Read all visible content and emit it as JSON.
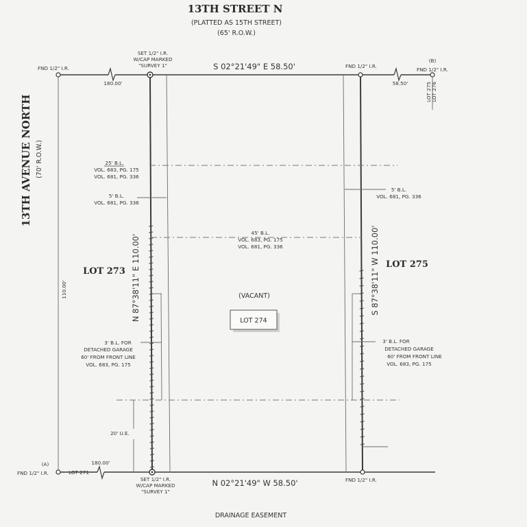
{
  "street": {
    "name": "13TH STREET N",
    "platted": "(PLATTED AS 15TH STREET)",
    "row": "(65' R.O.W.)"
  },
  "avenue": {
    "name": "13TH AVENUE NORTH",
    "row": "(70' R.O.W.)"
  },
  "bearings": {
    "north_line": "S 02°21'49\" E  58.50'",
    "south_line": "N 02°21'49\" W  58.50'",
    "west_line": "N 87°38'11\" E  110.00'",
    "east_line": "S 87°38'11\" W  110.00'"
  },
  "distances": {
    "top_left": "180.00'",
    "top_right": "58.50'",
    "left_vertical": "110.00'",
    "bottom_left": "180.00'"
  },
  "monuments": {
    "fnd_top_left": "FND 1/2\" I.R.",
    "set_top": [
      "SET 1/2\" I.R.",
      "W/CAP MARKED",
      "\"SURVEY 1\""
    ],
    "fnd_top_right": "FND 1/2\" I.R.",
    "b_marker": "(B)",
    "fnd_far_right": "FND 1/2\" I.R.",
    "fnd_bottom_left": "FND 1/2\" I.R.",
    "a_marker": "(A)",
    "set_bottom": [
      "SET 1/2\" I.R.",
      "W/CAP MARKED",
      "\"SURVEY 1\""
    ],
    "fnd_bottom_right": "FND 1/2\" I.R."
  },
  "lot_labels": {
    "lot_273": "LOT 273",
    "lot_275": "LOT 275",
    "lot_274": "LOT 274",
    "vacant": "(VACANT)",
    "lot_271": "LOT 271",
    "lot_275_small": "LOT 275",
    "lot_276_small": "LOT 276"
  },
  "building_lines": {
    "bl_25": [
      "25' B.L.",
      "VOL. 683, PG. 175",
      "VOL. 681, PG. 336"
    ],
    "bl_5_left": [
      "5' B.L.",
      "VOL. 681, PG. 336"
    ],
    "bl_5_right": [
      "5' B.L.",
      "VOL. 681, PG. 336"
    ],
    "bl_45": [
      "45' B.L.",
      "VOL. 683, PG. 175",
      "VOL. 681, PG. 336"
    ],
    "bl_3_left": [
      "3' B.L. FOR",
      "DETACHED GARAGE",
      "60' FROM FRONT LINE",
      "VOL. 683, PG. 175"
    ],
    "bl_3_right": [
      "3' B.L. FOR",
      "DETACHED GARAGE",
      "60' FROM FRONT LINE",
      "VOL. 683, PG. 175"
    ]
  },
  "easements": {
    "ue": "20' U.E.",
    "drainage": "DRAINAGE EASEMENT"
  }
}
